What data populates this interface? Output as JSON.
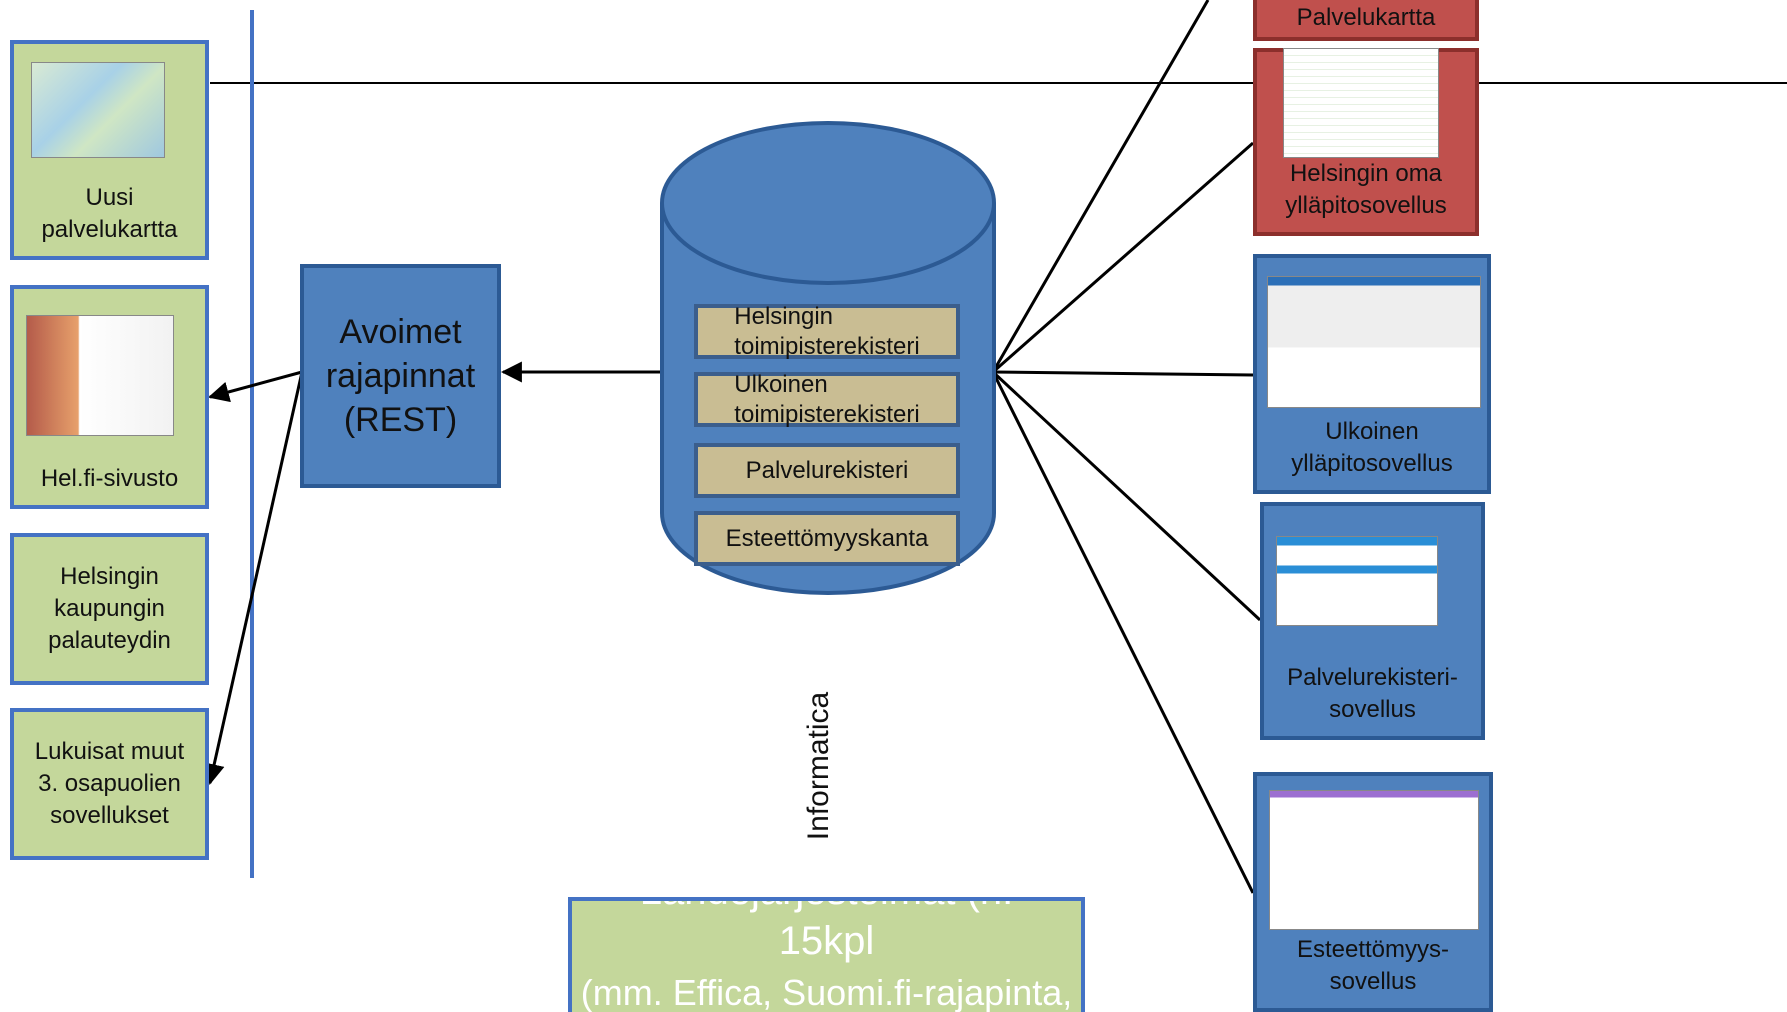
{
  "left_apps": [
    {
      "label": "Uusi\npalvelukartta"
    },
    {
      "label": "Hel.fi-sivusto"
    },
    {
      "label": "Helsingin\nkaupungin\npalauteydin"
    },
    {
      "label": "Lukuisat muut\n3. osapuolien\nsovellukset"
    }
  ],
  "api": {
    "label": "Avoimet\nrajapinnat\n(REST)"
  },
  "database": {
    "registers": [
      {
        "label": "Helsingin\ntoimipisterekisteri"
      },
      {
        "label": "Ulkoinen\ntoimipisterekisteri"
      },
      {
        "label": "Palvelurekisteri"
      },
      {
        "label": "Esteettömyyskanta"
      }
    ],
    "integration_label": "Informatica"
  },
  "source_systems": {
    "title": "Lähdejärjestelmät (n.",
    "count": "15kpl",
    "examples": "(mm. Effica, Suomi.fi-rajapinta,"
  },
  "right_apps": [
    {
      "label": "Palvelukartta"
    },
    {
      "label": "Helsingin oma\nylläpitosovellus"
    },
    {
      "label": "Ulkoinen\nylläpitosovellus"
    },
    {
      "label": "Palvelurekisteri-\nsovellus"
    },
    {
      "label": "Esteettömyys-\nsovellus"
    }
  ],
  "colors": {
    "green": "#c4d79b",
    "blue": "#4f81bd",
    "red": "#c0504d",
    "register": "#c9bd93"
  }
}
